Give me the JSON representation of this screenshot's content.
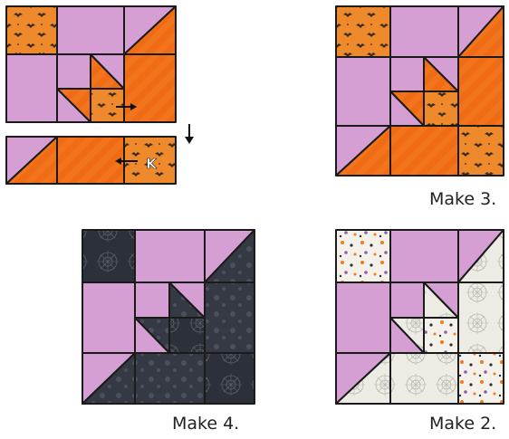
{
  "colors": {
    "lavender": "#d69fd4",
    "orange": "#f2741c",
    "orange_print": "#ee8a2c",
    "black_fabric": "#2c3039",
    "black_dot": "#3a3f4a",
    "white_fabric": "#ecebe4",
    "stroke": "#1a1a1a"
  },
  "diagram": {
    "step_label_K": "K",
    "blocks": [
      {
        "fabric": "orange",
        "count_label": "Make 3."
      },
      {
        "fabric": "black",
        "count_label": "Make 4."
      },
      {
        "fabric": "white",
        "count_label": "Make 2."
      }
    ]
  }
}
